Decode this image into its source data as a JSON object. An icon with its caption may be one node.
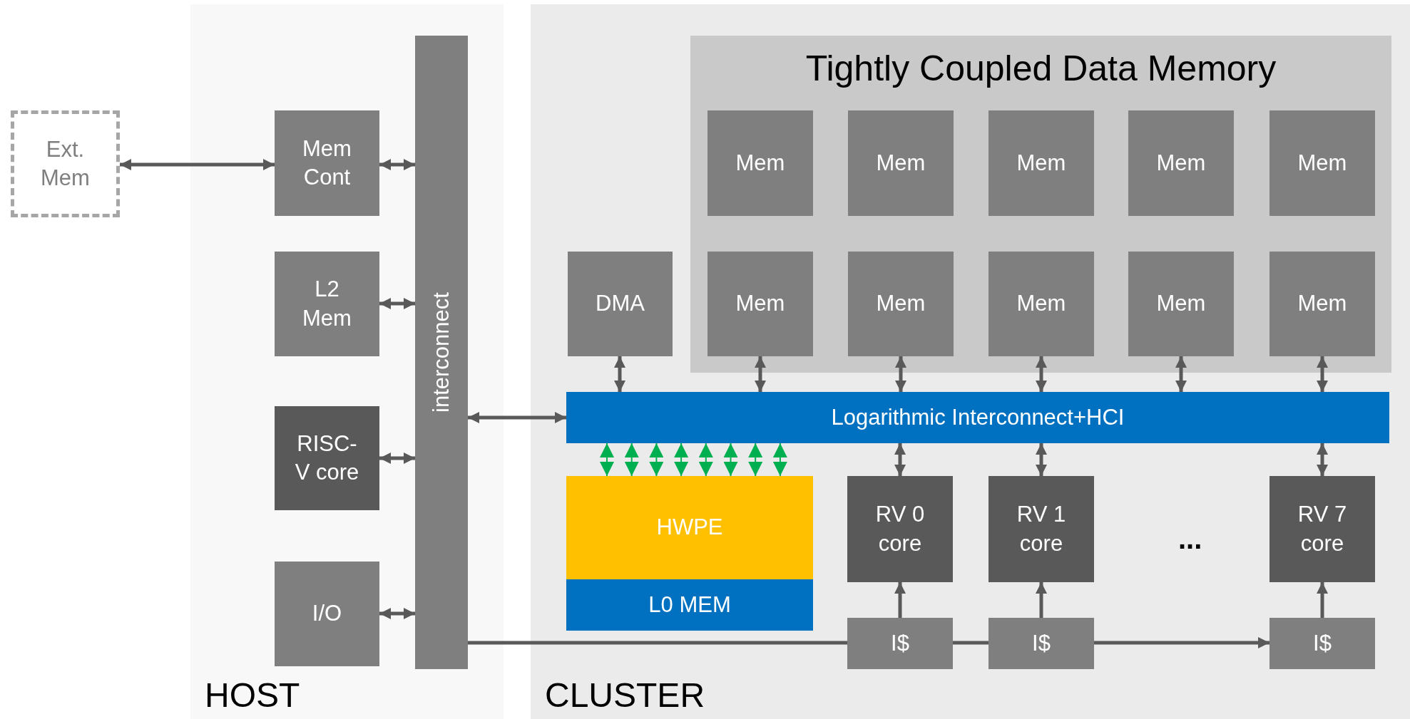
{
  "diagram": {
    "nodes": [
      {
        "text": [
          "Ext. Mem"
        ]
      },
      {
        "text": [
          "HOST"
        ]
      },
      {
        "text": [
          "Mem Cont"
        ],
        "in": 1
      },
      {
        "text": [
          "L2 Mem"
        ],
        "in": 1
      },
      {
        "text": [
          "RISC-V core"
        ],
        "in": 1
      },
      {
        "text": [
          "I/O"
        ],
        "in": 1
      },
      {
        "text": [
          "interconnect"
        ],
        "in": 1
      },
      {
        "text": [
          "CLUSTER"
        ]
      },
      {
        "text": [
          "Tightly Coupled Data Memory"
        ],
        "in": 7
      },
      {
        "text": [
          "Mem"
        ],
        "in": 8
      },
      {
        "text": [
          "Mem"
        ],
        "in": 8
      },
      {
        "text": [
          "Mem"
        ],
        "in": 8
      },
      {
        "text": [
          "Mem"
        ],
        "in": 8
      },
      {
        "text": [
          "Mem"
        ],
        "in": 8
      },
      {
        "text": [
          "DMA"
        ],
        "in": 7
      },
      {
        "text": [
          "Mem"
        ],
        "in": 8
      },
      {
        "text": [
          "Mem"
        ],
        "in": 8
      },
      {
        "text": [
          "Mem"
        ],
        "in": 8
      },
      {
        "text": [
          "Mem"
        ],
        "in": 8
      },
      {
        "text": [
          "Mem"
        ],
        "in": 8
      },
      {
        "text": [
          "Logarithmic Interconnect+HCI"
        ],
        "in": 7
      },
      {
        "text": [
          "HWPE"
        ],
        "in": 7
      },
      {
        "text": [
          "L0 MEM"
        ],
        "in": 7
      },
      {
        "text": [
          "RV 0 core"
        ],
        "in": 7
      },
      {
        "text": [
          "RV 1 core"
        ],
        "in": 7
      },
      {
        "text": [
          "RV 7 core"
        ],
        "in": 7
      },
      {
        "text": [
          "I$"
        ],
        "in": 7
      },
      {
        "text": [
          "I$"
        ],
        "in": 7
      },
      {
        "text": [
          "I$"
        ],
        "in": 7
      }
    ],
    "edges": [
      {
        "from": 0,
        "to": 2,
        "arrow": "both"
      },
      {
        "from": 2,
        "to": 6,
        "arrow": "both"
      },
      {
        "from": 3,
        "to": 6,
        "arrow": "both"
      },
      {
        "from": 4,
        "to": 6,
        "arrow": "both"
      },
      {
        "from": 5,
        "to": 6,
        "arrow": "both"
      },
      {
        "from": 6,
        "to": 20,
        "arrow": "both"
      },
      {
        "from": 14,
        "to": 20,
        "arrow": "both"
      },
      {
        "from": 15,
        "to": 20,
        "arrow": "both"
      },
      {
        "from": 16,
        "to": 20,
        "arrow": "both"
      },
      {
        "from": 17,
        "to": 20,
        "arrow": "both"
      },
      {
        "from": 18,
        "to": 20,
        "arrow": "both"
      },
      {
        "from": 19,
        "to": 20,
        "arrow": "both"
      },
      {
        "from": 21,
        "to": 20,
        "arrow": "both",
        "color": "#00b050"
      },
      {
        "from": 21,
        "to": 20,
        "arrow": "both",
        "color": "#00b050"
      },
      {
        "from": 21,
        "to": 20,
        "arrow": "both",
        "color": "#00b050"
      },
      {
        "from": 21,
        "to": 20,
        "arrow": "both",
        "color": "#00b050"
      },
      {
        "from": 21,
        "to": 20,
        "arrow": "both",
        "color": "#00b050"
      },
      {
        "from": 21,
        "to": 20,
        "arrow": "both",
        "color": "#00b050"
      },
      {
        "from": 21,
        "to": 20,
        "arrow": "both",
        "color": "#00b050"
      },
      {
        "from": 21,
        "to": 20,
        "arrow": "both",
        "color": "#00b050"
      },
      {
        "from": 20,
        "to": 23,
        "arrow": "both"
      },
      {
        "from": 20,
        "to": 24,
        "arrow": "both"
      },
      {
        "from": 20,
        "to": 25,
        "arrow": "both"
      },
      {
        "from": 26,
        "to": 23,
        "arrow": "to"
      },
      {
        "from": 27,
        "to": 24,
        "arrow": "to"
      },
      {
        "from": 28,
        "to": 25,
        "arrow": "to"
      },
      {
        "from": 6,
        "to": 26,
        "arrow": "none"
      },
      {
        "from": 26,
        "to": 27,
        "arrow": "none"
      },
      {
        "from": 27,
        "to": 28,
        "arrow": "to"
      }
    ],
    "labels": [
      "..."
    ]
  }
}
